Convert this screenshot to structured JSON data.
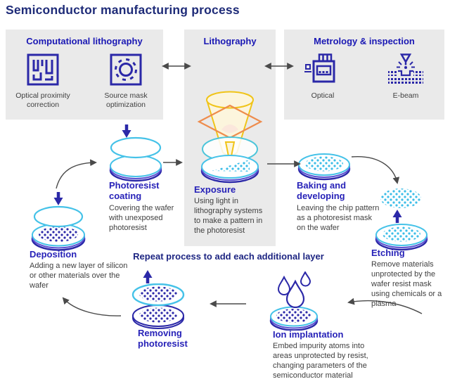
{
  "title": "Semiconductor manufacturing process",
  "panels": {
    "computational": {
      "label": "Computational lithography",
      "items": [
        {
          "icon": "opc-icon",
          "label": "Optical proximity correction"
        },
        {
          "icon": "smo-icon",
          "label": "Source mask optimization"
        }
      ]
    },
    "lithography": {
      "label": "Lithography"
    },
    "metrology": {
      "label": "Metrology & inspection",
      "items": [
        {
          "icon": "optical-metrology-icon",
          "label": "Optical"
        },
        {
          "icon": "ebeam-icon",
          "label": "E-beam"
        }
      ]
    }
  },
  "steps": {
    "photoresist_coating": {
      "title": "Photoresist coating",
      "desc": "Covering the wafer with unexposed photoresist"
    },
    "exposure": {
      "title": "Exposure",
      "desc": "Using light in lithography systems to make a pattern in the photoresist"
    },
    "baking_developing": {
      "title": "Baking and developing",
      "desc": "Leaving the chip pattern as a photoresist mask on the wafer"
    },
    "etching": {
      "title": "Etching",
      "desc": "Remove materials unprotected by the wafer resist mask using chemicals or a plasma"
    },
    "ion_implantation": {
      "title": "Ion implantation",
      "desc": "Embed impurity atoms into areas unprotected by resist, changing parameters of the semiconductor material"
    },
    "removing_photoresist": {
      "title": "Removing photoresist"
    },
    "deposition": {
      "title": "Deposition",
      "desc": "Adding a new layer of silicon or other materials over the wafer"
    }
  },
  "repeat_note": "Repeat process to add each additional layer",
  "colors": {
    "panel_bg": "#eaeaea",
    "header_blue": "#1a18b4",
    "title_navy": "#1e2b78",
    "step_title_blue": "#2722b8",
    "icon_navy": "#2b28a8",
    "wafer_cyan": "#45c2e8",
    "dot_cyan": "#3bbde8",
    "cone_yellow": "#f0c418",
    "lens_orange": "#ee8c4d",
    "body_text": "#3f3f3f",
    "arrow_gray": "#4a4a4a"
  }
}
